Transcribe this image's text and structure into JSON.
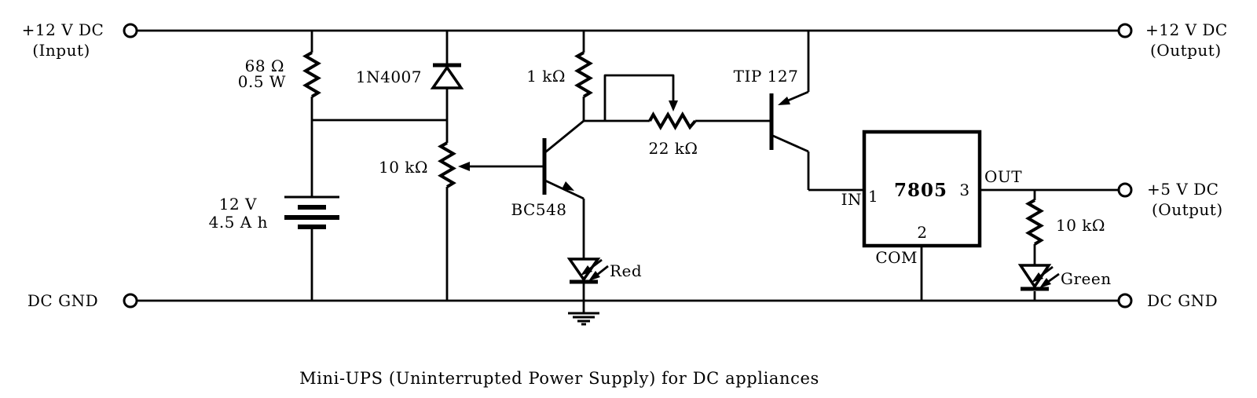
{
  "caption": "Mini-UPS (Uninterrupted Power Supply) for DC appliances",
  "ports": {
    "input_12v_line1": "+12 V DC",
    "input_12v_line2": "(Input)",
    "gnd_left": "DC GND",
    "output_12v_line1": "+12 V DC",
    "output_12v_line2": "(Output)",
    "output_5v_line1": "+5 V DC",
    "output_5v_line2": "(Output)",
    "gnd_right": "DC GND"
  },
  "components": {
    "input_resistor_value": "68 Ω",
    "input_resistor_power": "0.5 W",
    "diode": "1N4007",
    "collector_resistor": "1 kΩ",
    "preset_pot": "10 kΩ",
    "battery_voltage": "12 V",
    "battery_capacity": "4.5 A h",
    "npn_transistor": "BC548",
    "base_rheostat": "22 kΩ",
    "pnp_transistor": "TIP 127",
    "regulator": "7805",
    "reg_pin1": "1",
    "reg_pin2": "2",
    "reg_pin3": "3",
    "reg_in": "IN",
    "reg_out": "OUT",
    "reg_com": "COM",
    "led_resistor": "10 kΩ",
    "led_red": "Red",
    "led_green": "Green"
  },
  "colors": {
    "ink": "#000000",
    "paper": "#ffffff"
  }
}
